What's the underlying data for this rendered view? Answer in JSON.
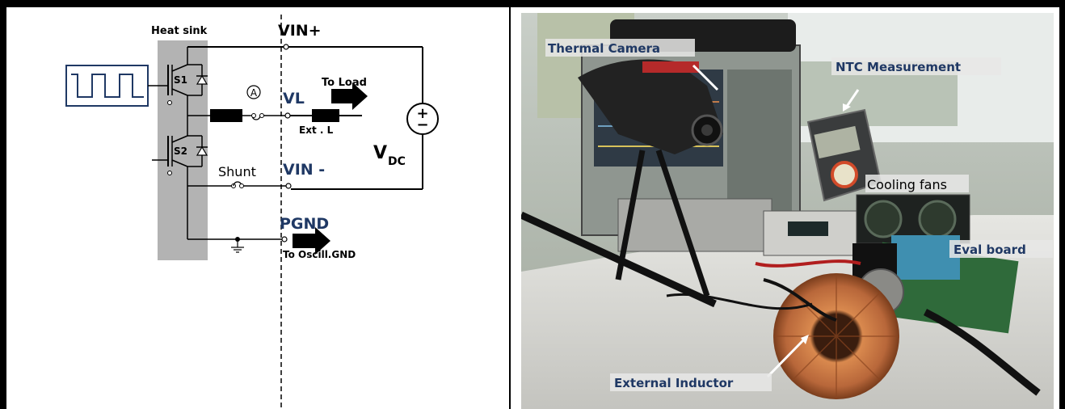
{
  "schematic": {
    "heat_sink": "Heat sink",
    "vin_plus": "VIN+",
    "to_load": "To Load",
    "ammeter": "A",
    "vl": "VL",
    "ext_l": "Ext . L",
    "source_plus": "+",
    "source_minus": "−",
    "vdc_main": "V",
    "vdc_sub": "DC",
    "s1": "S1",
    "s2": "S2",
    "shunt": "Shunt",
    "vin_minus": "VIN -",
    "pgnd": "PGND",
    "to_oscill": "To Oscill.GND"
  },
  "photo": {
    "thermal_camera": "Thermal Camera",
    "ntc_measurement": "NTC Measurement",
    "cooling_fans": "Cooling fans",
    "eval_board": "Eval board",
    "external_inductor": "External Inductor"
  },
  "colors": {
    "label_navy": "#1f3864",
    "heat_sink_gray": "#b3b3b3",
    "inductor_copper": "#b8673a",
    "desk_white": "#dcdcd8"
  }
}
